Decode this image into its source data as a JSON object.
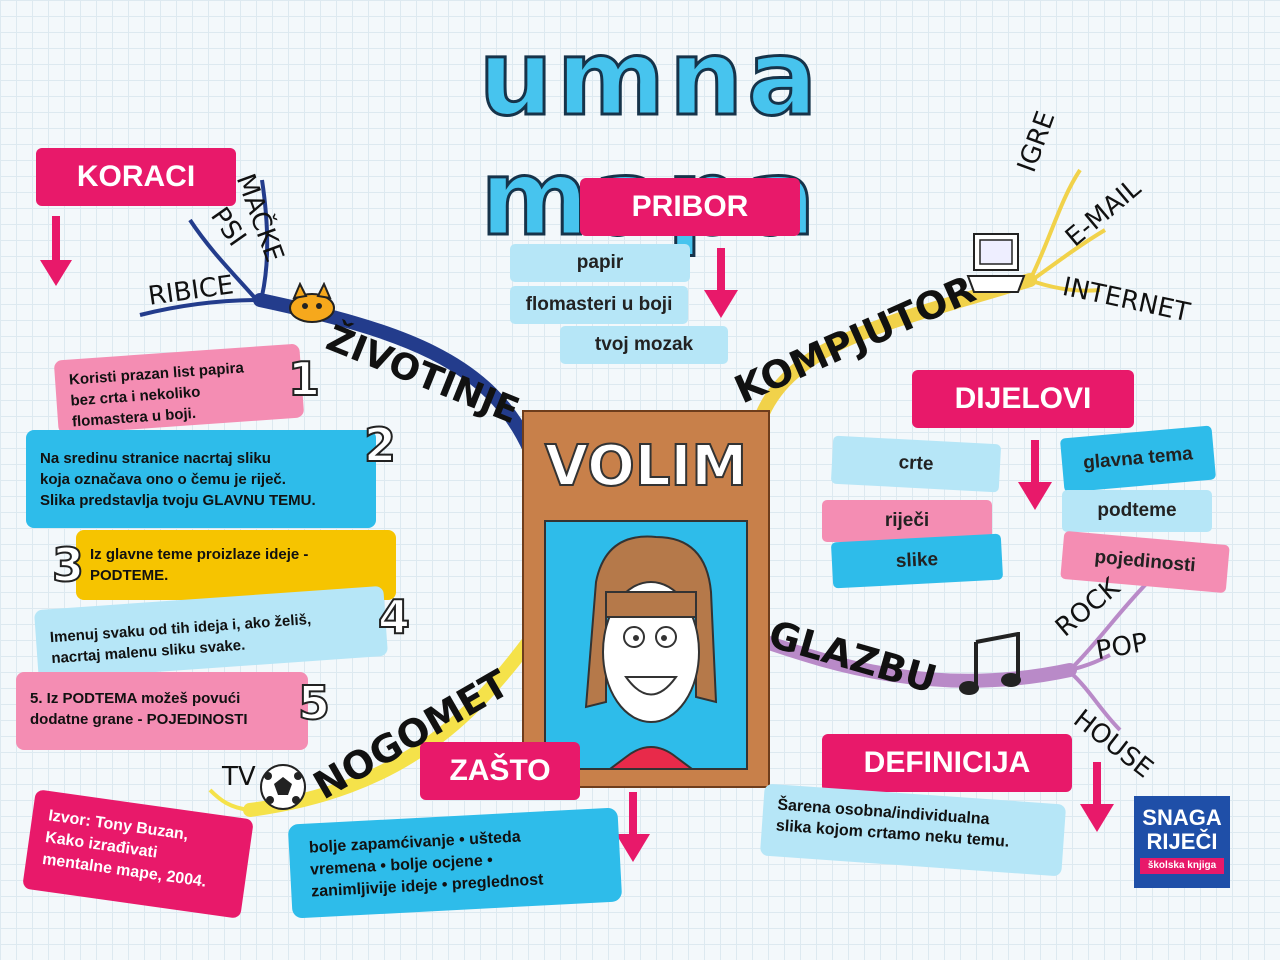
{
  "title": "umna mapa",
  "center": {
    "label": "VOLIM"
  },
  "koraci": {
    "label": "KORACI"
  },
  "pribor": {
    "label": "PRIBOR",
    "items": [
      "papir",
      "flomasteri u boji",
      "tvoj mozak"
    ]
  },
  "dijelovi": {
    "label": "DIJELOVI",
    "items": [
      "crte",
      "riječi",
      "slike",
      "glavna tema",
      "podteme",
      "pojedinosti"
    ]
  },
  "zasto": {
    "label": "ZAŠTO",
    "text": [
      "bolje zapamćivanje • ušteda",
      "vremena • bolje ocjene •",
      "zanimljivije ideje • preglednost"
    ]
  },
  "definicija": {
    "label": "DEFINICIJA",
    "text": [
      "Šarena osobna/individualna",
      "slika kojom crtamo neku temu."
    ]
  },
  "branches": {
    "zivotinje": {
      "word": "ŽIVOTINJE",
      "twigs": [
        "RIBICE",
        "PSI",
        "MAČKE"
      ]
    },
    "kompjutor": {
      "word": "KOMPJUTOR",
      "twigs": [
        "IGRE",
        "E-MAIL",
        "INTERNET"
      ]
    },
    "glazbu": {
      "word": "GLAZBU",
      "twigs": [
        "ROCK",
        "POP",
        "HOUSE"
      ]
    },
    "nogomet": {
      "word": "NOGOMET",
      "twigs": [
        "TV"
      ]
    }
  },
  "steps": [
    {
      "num": "1",
      "lines": [
        "Koristi prazan list papira",
        "bez crta i nekoliko",
        "flomastera u boji."
      ]
    },
    {
      "num": "2",
      "lines": [
        "Na sredinu stranice nacrtaj sliku",
        "koja označava ono o čemu je riječ.",
        "Slika predstavlja tvoju GLAVNU TEMU."
      ]
    },
    {
      "num": "3",
      "lines": [
        "Iz glavne teme proizlaze ideje -",
        "PODTEME."
      ]
    },
    {
      "num": "4",
      "lines": [
        "Imenuj svaku od tih ideja i, ako želiš,",
        "nacrtaj malenu sliku svake."
      ]
    },
    {
      "num": "5",
      "lines": [
        "5. Iz PODTEMA možeš povući",
        "dodatne grane - POJEDINOSTI"
      ]
    }
  ],
  "source": {
    "lines": [
      "Izvor: Tony Buzan,",
      "Kako izrađivati",
      "mentalne mape, 2004."
    ]
  },
  "logo": {
    "line1": "SNAGA",
    "line2": "RIJEČI",
    "line3": "školska knjiga"
  },
  "colors": {
    "pink": "#e8196a",
    "light_blue": "#b6e6f7",
    "cyan": "#2ebcea",
    "yellow": "#f6c400",
    "title_blue": "#47c4ee",
    "frame": "#c8804a",
    "navy": "#233c8c"
  }
}
